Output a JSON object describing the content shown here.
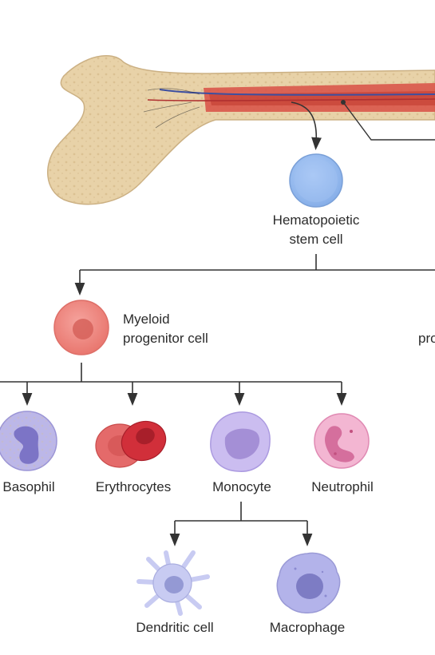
{
  "labels": {
    "hsc_line1": "Hematopoietic",
    "hsc_line2": "stem cell",
    "myeloid_line1": "Myeloid",
    "myeloid_line2": "progenitor cell",
    "cropped_text": "pro",
    "basophil": "Basophil",
    "erythrocytes": "Erythrocytes",
    "monocyte": "Monocyte",
    "neutrophil": "Neutrophil",
    "dendritic": "Dendritic cell",
    "macrophage": "Macrophage"
  },
  "colors": {
    "bone": "#e8d2a8",
    "marrow": "#d9564a",
    "hsc": "#a9c6f2",
    "myeloid": "#ef8c86",
    "basophil": "#b9b4e6",
    "erythrocyte": "#d8323e",
    "monocyte": "#cbbdf0",
    "neutrophil": "#f3b6d2",
    "macrophage": "#b3b3ea",
    "dendritic": "#c8cbf2",
    "line": "#333333"
  }
}
